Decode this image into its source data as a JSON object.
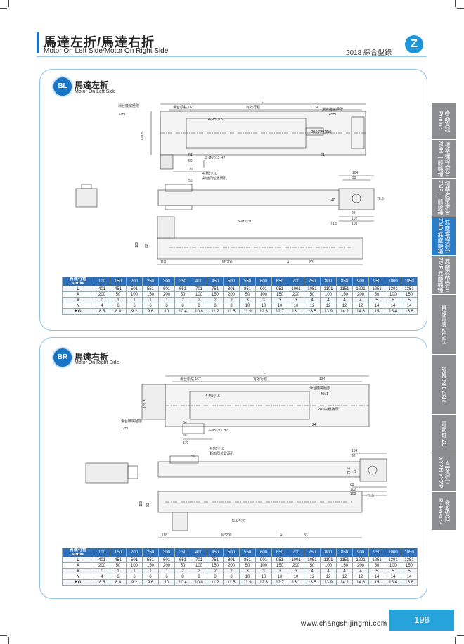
{
  "header": {
    "title_zh": "馬達左折/馬達右折",
    "title_en": "Motor On Left Side/Motor On Right Side",
    "catalog": "2018 綜合型錄",
    "logo": "Z"
  },
  "side_tabs": [
    {
      "label": "產品資訊 Product",
      "active": false
    },
    {
      "label": "標準螺桿滑台ZMH 一般機種",
      "active": false
    },
    {
      "label": "標準皮帶滑台ZMF 一般機種",
      "active": false
    },
    {
      "label": "無塵螺桿滑台ZMD 無塵機種",
      "active": true
    },
    {
      "label": "無塵皮帶滑台ZMF 無塵機種",
      "active": false
    },
    {
      "label": "直線電機 ZLMH",
      "active": false
    },
    {
      "label": "旋轉皮帶 ZKR",
      "active": false
    },
    {
      "label": "電動缸 ZC",
      "active": false
    },
    {
      "label": "直交滑台 XYZH.XYZP",
      "active": false
    },
    {
      "label": "參考資料 Reference",
      "active": false
    }
  ],
  "sections": [
    {
      "badge": "BL",
      "title_zh": "馬達左折",
      "title_en": "Motor On Left Side",
      "dims": {
        "L": "L",
        "home": "滑台原點 167",
        "stroke": "有效行程",
        "d134": "134",
        "mech_limit_l": "滑台機械極限",
        "mech_limit_r": "滑台機械極限",
        "d72": "72±1",
        "d45": "45±1",
        "m5": "4-M5▽15",
        "connector": "Ø10氣壓接頭",
        "h1795": "179.5",
        "d84": "84",
        "d80": "80",
        "d170": "170",
        "pin": "2-Ø5▽12 H7",
        "d24": "24",
        "m5b": "4-M5▽10",
        "opp": "對面同位置兩孔",
        "d50": "50",
        "d104": "104",
        "d92": "92",
        "d40": "40",
        "d785": "78.5",
        "d82": "82",
        "d102": "102",
        "d108": "108",
        "d715": "71.5",
        "nm5": "N-M5▽9",
        "h109": "109",
        "h82": "82",
        "d118": "118",
        "m200": "M*200",
        "A": "A",
        "d83": "83"
      }
    },
    {
      "badge": "BR",
      "title_zh": "馬達右折",
      "title_en": "Motor On Right Side",
      "dims": {
        "L": "L",
        "home": "滑台原點 167",
        "stroke": "有效行程",
        "d134": "134",
        "mech_limit_l": "滑台機械極限",
        "mech_limit_r": "滑台機械極限",
        "d72": "72±1",
        "d45": "45±1",
        "m5": "4-M5▽15",
        "connector": "Ø10氣壓接頭",
        "h1795": "179.5",
        "d84": "84",
        "d80": "80",
        "d170": "170",
        "pin": "2-Ø5▽12 H7",
        "d24": "24",
        "m5b": "4-M5▽10",
        "opp": "對面同位置兩孔",
        "d50": "50",
        "d104": "104",
        "d92": "92",
        "d40": "40",
        "d785": "78.5",
        "d82": "82",
        "d102": "102",
        "d108": "108",
        "d715": "71.5",
        "nm5": "N-M5▽9",
        "h109": "109",
        "h82": "82",
        "d118": "118",
        "m200": "M*200",
        "A": "A",
        "d83": "83"
      }
    }
  ],
  "table": {
    "header_zh": "有效行程",
    "header_en": "stroke",
    "strokes": [
      "100",
      "150",
      "200",
      "250",
      "300",
      "350",
      "400",
      "450",
      "500",
      "550",
      "600",
      "650",
      "700",
      "750",
      "800",
      "850",
      "900",
      "950",
      "1000",
      "1050"
    ],
    "rows": [
      {
        "label": "L",
        "values": [
          "401",
          "451",
          "501",
          "551",
          "601",
          "651",
          "701",
          "751",
          "801",
          "851",
          "901",
          "951",
          "1001",
          "1051",
          "1101",
          "1151",
          "1201",
          "1251",
          "1301",
          "1351"
        ]
      },
      {
        "label": "A",
        "values": [
          "200",
          "50",
          "100",
          "150",
          "200",
          "50",
          "100",
          "150",
          "200",
          "50",
          "100",
          "150",
          "200",
          "50",
          "100",
          "150",
          "200",
          "50",
          "100",
          "150"
        ]
      },
      {
        "label": "M",
        "values": [
          "0",
          "1",
          "1",
          "1",
          "1",
          "2",
          "2",
          "2",
          "2",
          "3",
          "3",
          "3",
          "3",
          "4",
          "4",
          "4",
          "4",
          "5",
          "5",
          "5"
        ]
      },
      {
        "label": "N",
        "values": [
          "4",
          "6",
          "6",
          "6",
          "6",
          "8",
          "8",
          "8",
          "8",
          "10",
          "10",
          "10",
          "10",
          "12",
          "12",
          "12",
          "12",
          "14",
          "14",
          "14"
        ]
      },
      {
        "label": "KG",
        "values": [
          "8.5",
          "8.8",
          "9.2",
          "9.6",
          "10",
          "10.4",
          "10.8",
          "11.2",
          "11.5",
          "11.9",
          "12.3",
          "12.7",
          "13.1",
          "13.5",
          "13.9",
          "14.2",
          "14.6",
          "15",
          "15.4",
          "15.8"
        ]
      }
    ]
  },
  "footer": {
    "url": "www.changshijingmi.com",
    "page": "198"
  }
}
